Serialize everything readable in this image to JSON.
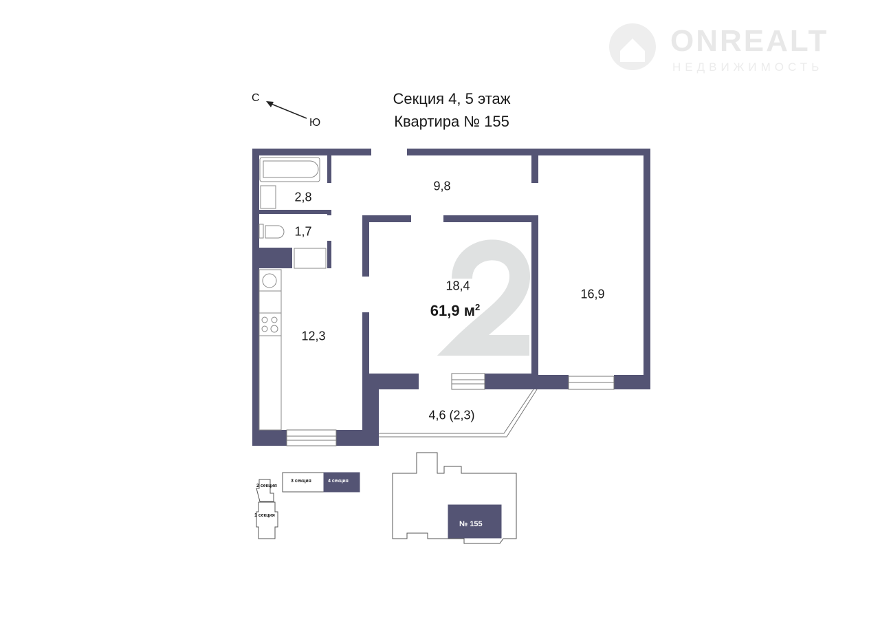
{
  "header": {
    "line1": "Секция 4, 5 этаж",
    "line2": "Квартира № 155"
  },
  "compass": {
    "north": "С",
    "south": "Ю"
  },
  "logo": {
    "name": "ONREALT",
    "tagline": "НЕДВИЖИМОСТЬ"
  },
  "rooms": {
    "bathroom": "2,8",
    "toilet": "1,7",
    "hall": "9,8",
    "living": "18,4",
    "bedroom": "16,9",
    "kitchen": "12,3",
    "balcony": "4,6 (2,3)"
  },
  "total_area": {
    "value": "61,9 м",
    "sup": "2"
  },
  "room_count": "2",
  "wall_color": "#545474",
  "key_plan": {
    "sections": [
      "1 секция",
      "2 секция",
      "3 секция",
      "4 секция"
    ],
    "active_section": "4 секция",
    "apartment": "№ 155"
  }
}
